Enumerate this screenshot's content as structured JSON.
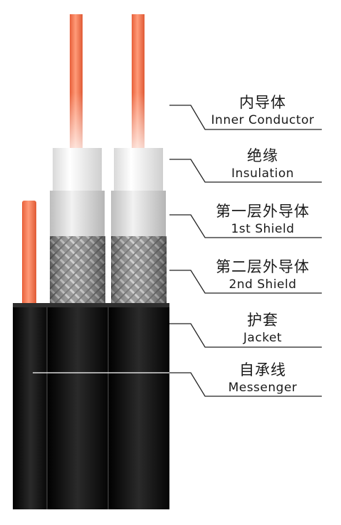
{
  "labels": [
    {
      "zh": "内导体",
      "en": "Inner Conductor"
    },
    {
      "zh": "绝缘",
      "en": "Insulation"
    },
    {
      "zh": "第一层外导体",
      "en": "1st Shield"
    },
    {
      "zh": "第二层外导体",
      "en": "2nd Shield"
    },
    {
      "zh": "护套",
      "en": "Jacket"
    },
    {
      "zh": "自承线",
      "en": "Messenger"
    }
  ],
  "colors": {
    "conductor": "#f07a52",
    "insulation": "#f2f2f2",
    "first_shield": "#d8d8d8",
    "second_shield": "#8a8a8a",
    "jacket": "#111111",
    "leader": "#222222"
  }
}
